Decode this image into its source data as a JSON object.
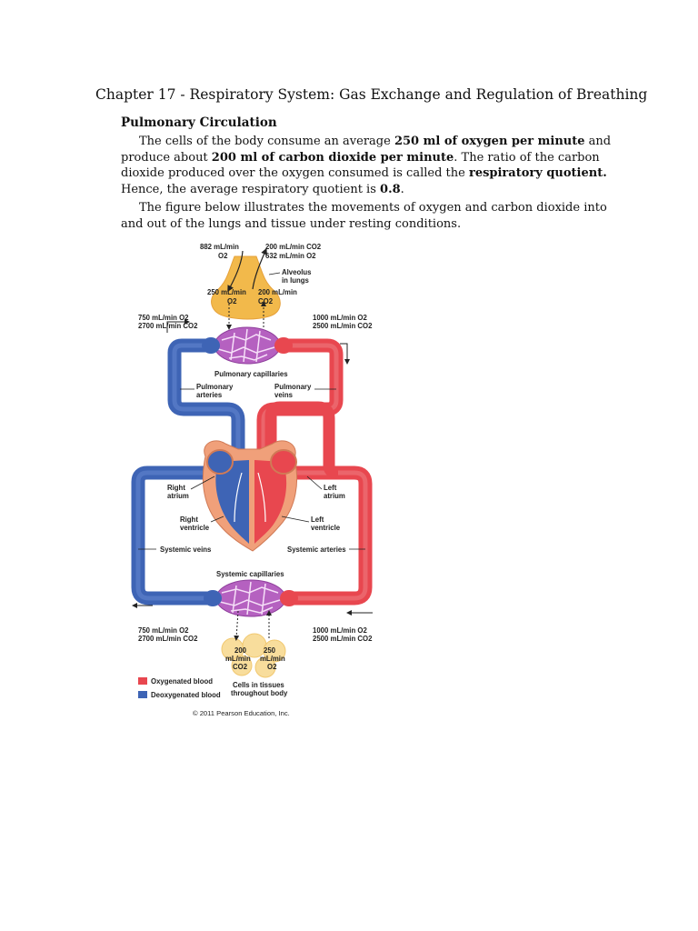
{
  "document": {
    "chapter_title": "Chapter 17 - Respiratory System: Gas Exchange and Regulation of Breathing",
    "section_title": "Pulmonary Circulation",
    "paragraph1": {
      "t1": "The cells of the body consume an average ",
      "b1": "250 ml of oxygen per minute",
      "t2": " and produce about ",
      "b2": "200 ml of carbon dioxide per minute",
      "t3": ". The ratio of the carbon dioxide produced over the oxygen consumed is called the ",
      "b3": "respiratory quotient.",
      "t4": " Hence, the average respiratory quotient is ",
      "b4": "0.8",
      "t5": "."
    },
    "paragraph2": "The figure below illustrates the movements of oxygen and carbon dioxide into and out of the lungs and tissue under resting conditions."
  },
  "figure": {
    "top_left_in": "882 mL/min",
    "top_left_in_gas": "O2",
    "top_right_out_co2": "200 mL/min CO2",
    "top_right_out_o2": "632 mL/min O2",
    "alveolus_label1": "Alveolus",
    "alveolus_label2": "in lungs",
    "alv_o2_value": "250 mL/min",
    "alv_o2_gas": "O2",
    "alv_co2_value": "200 mL/min",
    "alv_co2_gas": "CO2",
    "pulm_left_o2": "750 mL/min O2",
    "pulm_left_co2": "2700 mL/min CO2",
    "pulm_right_o2": "1000 mL/min O2",
    "pulm_right_co2": "2500 mL/min CO2",
    "pulmonary_capillaries": "Pulmonary capillaries",
    "pulmonary_arteries1": "Pulmonary",
    "pulmonary_arteries2": "arteries",
    "pulmonary_veins1": "Pulmonary",
    "pulmonary_veins2": "veins",
    "right_atrium1": "Right",
    "right_atrium2": "atrium",
    "right_ventricle1": "Right",
    "right_ventricle2": "ventricle",
    "left_atrium1": "Left",
    "left_atrium2": "atrium",
    "left_ventricle1": "Left",
    "left_ventricle2": "ventricle",
    "systemic_veins": "Systemic veins",
    "systemic_arteries": "Systemic arteries",
    "systemic_capillaries": "Systemic capillaries",
    "sys_left_o2": "750 mL/min O2",
    "sys_left_co2": "2700 mL/min CO2",
    "sys_right_o2": "1000 mL/min O2",
    "sys_right_co2": "2500 mL/min CO2",
    "tissue_co2_1": "200",
    "tissue_co2_2": "mL/min",
    "tissue_co2_3": "CO2",
    "tissue_o2_1": "250",
    "tissue_o2_2": "mL/min",
    "tissue_o2_3": "O2",
    "cells_label1": "Cells in tissues",
    "cells_label2": "throughout body",
    "legend_oxygenated": "Oxygenated blood",
    "legend_deoxygenated": "Deoxygenated blood",
    "copyright": "© 2011 Pearson Education, Inc."
  },
  "colors": {
    "oxygenated": "#e8474f",
    "deoxygenated": "#3e64b5",
    "capillary": "#b561c0",
    "alveolus": "#f2b94b",
    "heart_wall": "#f0a07a"
  }
}
